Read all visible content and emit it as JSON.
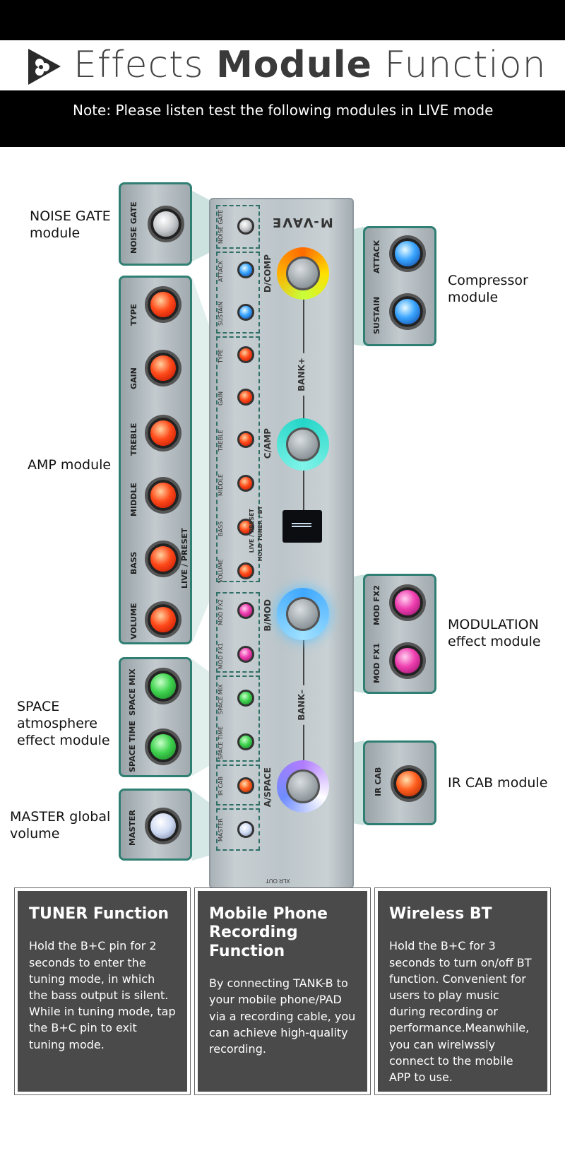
{
  "header": {
    "logo_icon": "flower-triangle-logo",
    "title_light_1": "Effects ",
    "title_bold": "Module",
    "title_light_2": " Function",
    "note": "Note: Please listen test the following modules in LIVE mode"
  },
  "pedal": {
    "brand": "M-VAVE",
    "footswitches": [
      "D/COMP",
      "C/AMP",
      "B/MOD",
      "A/SPACE"
    ],
    "bank_labels": [
      "BANK+",
      "BANK–"
    ],
    "mid_labels": [
      "LIVE / PRESET",
      "HOLD TUNER / BT"
    ],
    "xlr_label": "XLR OUT",
    "knobs": [
      "NOISE GATE",
      "ATTACK",
      "SUSTAIN",
      "TYPE",
      "GAIN",
      "TREBLE",
      "MIDDLE",
      "BASS",
      "VOLUME",
      "MOD FX2",
      "MOD FX1",
      "SPACE MIX",
      "SPACE TIME",
      "IR CAB",
      "MASTER"
    ]
  },
  "modules": {
    "noise_gate": {
      "caption": [
        "NOISE GATE",
        "module"
      ],
      "knobs": [
        "NOISE GATE"
      ]
    },
    "compressor": {
      "caption": [
        "Compressor",
        "module"
      ],
      "knobs": [
        "ATTACK",
        "SUSTAIN"
      ]
    },
    "amp": {
      "caption": [
        "AMP module"
      ],
      "knobs": [
        "TYPE",
        "GAIN",
        "TREBLE",
        "MIDDLE",
        "BASS",
        "VOLUME"
      ],
      "side_label": "LIVE / PRESET"
    },
    "modulation": {
      "caption": [
        "MODULATION",
        "effect module"
      ],
      "knobs": [
        "MOD FX2",
        "MOD FX1"
      ]
    },
    "space": {
      "caption": [
        "SPACE",
        "atmosphere",
        "effect module"
      ],
      "knobs": [
        "SPACE MIX",
        "SPACE TIME"
      ]
    },
    "ir_cab": {
      "caption": [
        "IR CAB module"
      ],
      "knobs": [
        "IR CAB"
      ]
    },
    "master": {
      "caption": [
        "MASTER global",
        "volume"
      ],
      "knobs": [
        "MASTER"
      ]
    }
  },
  "cards": [
    {
      "title": "TUNER Function",
      "body": "Hold the B+C pin for 2 seconds to enter the tuning mode, in which the bass output is silent. While in tuning mode, tap the B+C pin to exit tuning mode."
    },
    {
      "title": "Mobile Phone Recording Function",
      "body": "By connecting TANK-B to your mobile phone/PAD via a recording cable, you can achieve high-quality recording."
    },
    {
      "title": "Wireless BT",
      "body": "Hold the B+C for 3 seconds to turn on/off BT function. Convenient for users to play music during recording or performance.Meanwhile, you can wirelwssly connect to the mobile APP to use."
    }
  ],
  "colors": {
    "accent": "#2f7f73",
    "card_bg": "#4a4a4a"
  }
}
